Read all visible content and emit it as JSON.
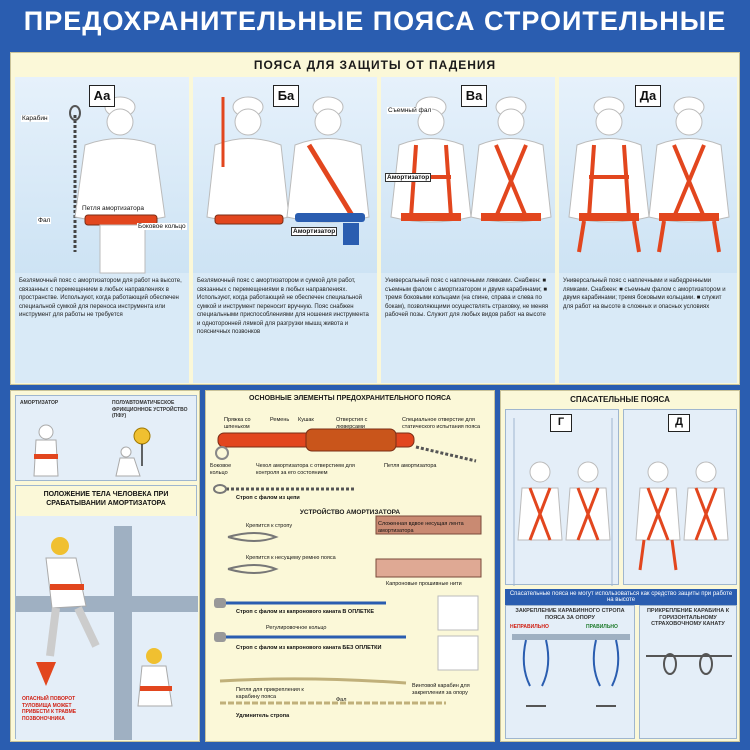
{
  "title": "ПРЕДОХРАНИТЕЛЬНЫЕ ПОЯСА СТРОИТЕЛЬНЫЕ",
  "fall_section": {
    "title": "ПОЯСА ДЛЯ ЗАЩИТЫ ОТ ПАДЕНИЯ",
    "columns": [
      {
        "badge": "Аа",
        "callouts": [
          "Карабин",
          "Фал",
          "Петля амортизатора",
          "Боковое кольцо"
        ],
        "desc": "Безлямочный пояс с амортизатором для работ на высоте, связанных с перемещением в любых направлениях в пространстве. Используют, когда работающий обеспечен специальной сумкой для переноса инструмента или инструмент для работы не требуется"
      },
      {
        "badge": "Ба",
        "callouts": [
          "Амортизатор"
        ],
        "desc": "Безлямочный пояс с амортизатором и сумкой для работ, связанных с перемещениями в любых направлениях. Используют, когда работающий не обеспечен специальной сумкой и инструмент переносит вручную. Пояс снабжен специальными приспособлениями для ношения инструмента и одноторонней лямкой для разгрузки мышц живота и поясничных позвонков"
      },
      {
        "badge": "Ва",
        "callouts": [
          "Съемный фал",
          "Амортизатор"
        ],
        "desc": "Универсальный пояс с наплечными лямками. Снабжен: ■ съемным фалом с амортизатором и двумя карабинами; ■ тремя боковыми кольцами (на спине, справа и слева по бокам), позволяющими осуществлять страховку, не меняя рабочей позы. Служит для любых видов работ на высоте"
      },
      {
        "badge": "Да",
        "callouts": [],
        "desc": "Универсальный пояс с наплечными и набедренными лямками. Снабжен: ■ съемным фалом с амортизатором и двумя карабинами; тремя боковыми кольцами. ■ служит для работ на высоте в сложных и опасных условиях"
      }
    ]
  },
  "left_lower": {
    "top_labels": [
      "АМОРТИЗАТОР",
      "ПОЛУАВТОМАТИЧЕСКОЕ ФРИКЦИОННОЕ УСТРОЙСТВО (ПФУ)"
    ],
    "position_title": "ПОЛОЖЕНИЕ ТЕЛА ЧЕЛОВЕКА ПРИ СРАБАТЫВАНИИ АМОРТИЗАТОРА",
    "danger_label": "ОПАСНЫЙ ПОВОРОТ ТУЛОВИЩА МОЖЕТ ПРИВЕСТИ К ТРАВМЕ ПОЗВОНОЧНИКА"
  },
  "middle": {
    "title": "ОСНОВНЫЕ ЭЛЕМЕНТЫ ПРЕДОХРАНИТЕЛЬНОГО ПОЯСА",
    "belt_labels": [
      "Пряжка со шпеньком",
      "Ремень",
      "Кушак",
      "Отверстия с люверсами",
      "Специальное отверстие для статического испытания пояса",
      "Боковое кольцо",
      "Чехол амортизатора с отверстием для контроля за его состоянием",
      "Петля амортизатора"
    ],
    "shock_title": "УСТРОЙСТВО АМОРТИЗАТОРА",
    "rope_labels": [
      "Строп с фалом из цепи",
      "Крепится к стропу",
      "Сложенная вдвое несущая лента амортизатора",
      "Крепится к несущему ремню пояса",
      "Капроновые прошивные нити",
      "Строп с фалом из капронового каната В ОПЛЕТКЕ",
      "Регулировочное кольцо",
      "Строп с фалом из капронового каната БЕЗ ОПЛЕТКИ",
      "Петля для прикрепления к карабину пояса",
      "Фал",
      "Винтовой карабин для закрепления за опору",
      "Удлинитель стропа"
    ]
  },
  "rescue": {
    "title": "СПАСАТЕЛЬНЫЕ ПОЯСА",
    "badges": [
      "Г",
      "Д"
    ],
    "note": "Спасательные пояса не могут использоваться как средство защиты при работе на высоте",
    "anchor_title": "ЗАКРЕПЛЕНИЕ КАРАБИННОГО СТРОПА ПОЯСА ЗА ОПОРУ",
    "anchor_labels": [
      "НЕПРАВИЛЬНО",
      "ПРАВИЛЬНО"
    ],
    "horizontal_title": "ПРИКРЕПЛЕНИЕ КАРАБИНА К ГОРИЗОНТАЛЬНОМУ СТРАХОВОЧНОМУ КАНАТУ"
  },
  "colors": {
    "background": "#2a5db0",
    "panel": "#fbf8d8",
    "accent": "#e2461e"
  }
}
